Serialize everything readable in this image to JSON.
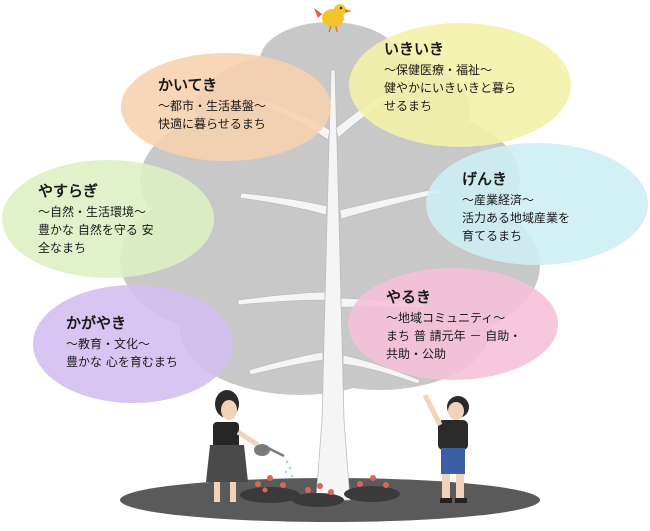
{
  "colors": {
    "kaiteki": "#f6d2ad",
    "ikiiki": "#f4f1a6",
    "yasuragi": "#ddf0c4",
    "genki": "#cdeef2",
    "kagayaki": "#d3bdf0",
    "yaruki": "#f6bfd9",
    "canopy": "#c8c8c8",
    "trunk": "#f4f4f4",
    "ground": "#5a5a5a"
  },
  "bubbles": {
    "kaiteki": {
      "title": "かいてき",
      "subtitle": "～都市・生活基盤～",
      "lines": [
        "快適に暮らせるまち"
      ]
    },
    "ikiiki": {
      "title": "いきいき",
      "subtitle": "～保健医療・福祉～",
      "lines": [
        "健やかにいきいきと暮ら",
        "せるまち"
      ]
    },
    "yasuragi": {
      "title": "やすらぎ",
      "subtitle": "～自然・生活環境～",
      "lines": [
        "豊かな 自然を守る 安",
        "全なまち"
      ]
    },
    "genki": {
      "title": "げんき",
      "subtitle": "～産業経済～",
      "lines": [
        "活力ある地域産業を",
        "育てるまち"
      ]
    },
    "kagayaki": {
      "title": "かがやき",
      "subtitle": "～教育・文化～",
      "lines": [
        "豊かな 心を育むまち"
      ]
    },
    "yaruki": {
      "title": "やるき",
      "subtitle": "～地域コミュニティ～",
      "lines": [
        "まち 普 請元年 － 自助・",
        "共助・公助"
      ]
    }
  }
}
